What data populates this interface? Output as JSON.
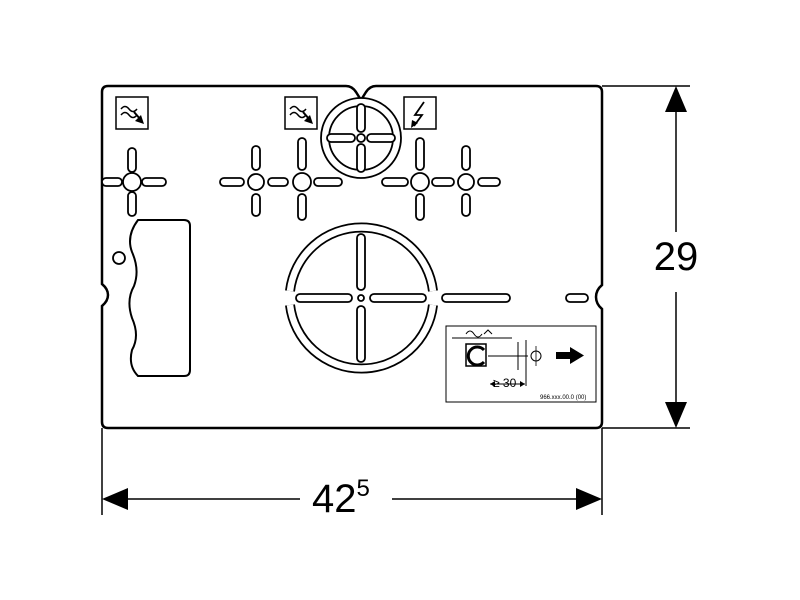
{
  "dimensions": {
    "height_value": "29",
    "width_main": "42",
    "width_sup": "5"
  },
  "label_box": {
    "min_distance": "≥ 30",
    "code": "966.xxx.00.0 (00)"
  },
  "icons": {
    "left_water": "water-inlet-icon",
    "center_water": "water-inlet-icon",
    "electric": "electric-hazard-icon"
  },
  "colors": {
    "line": "#000000",
    "background": "#ffffff"
  }
}
